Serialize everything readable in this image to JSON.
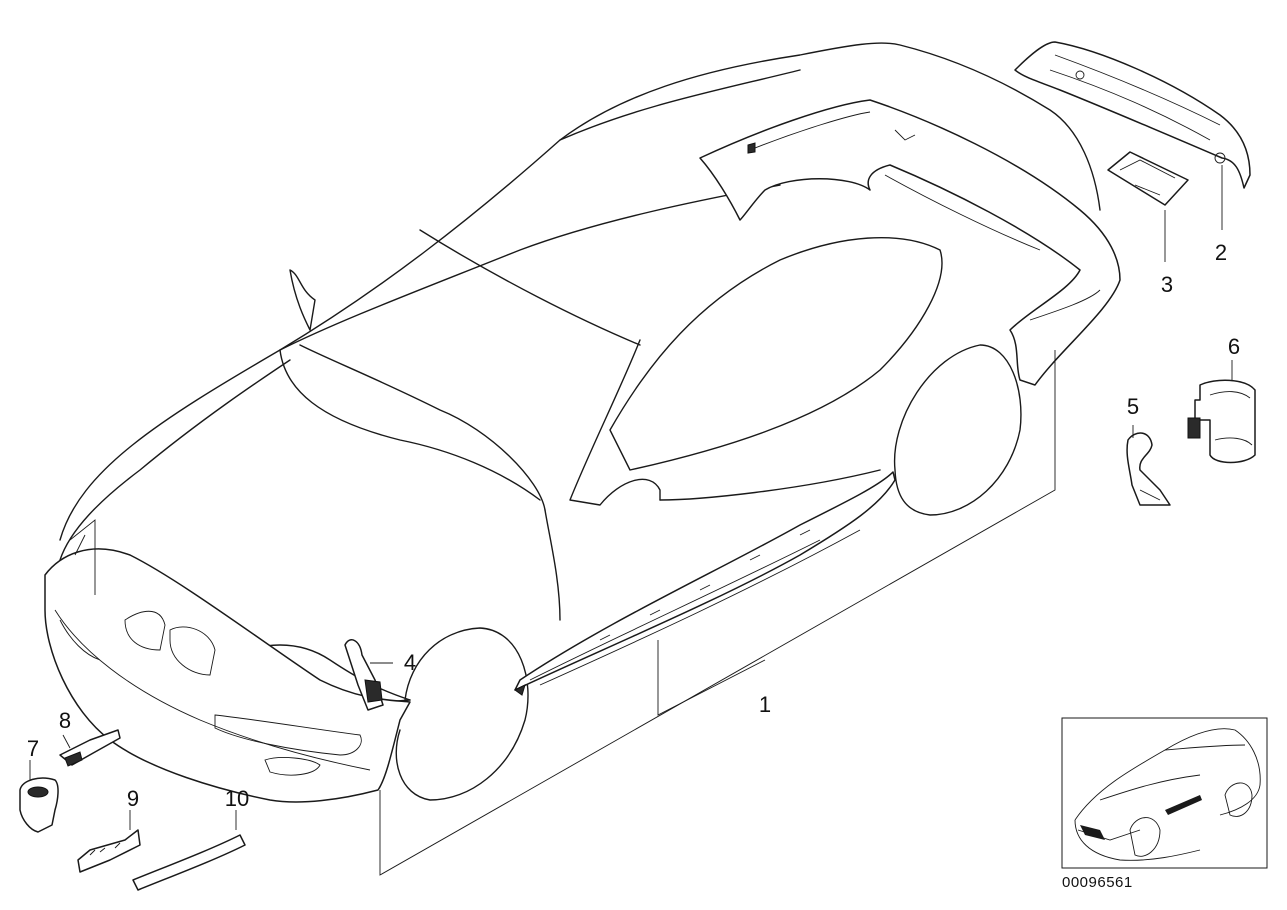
{
  "diagram": {
    "callouts": [
      {
        "id": "1",
        "label": "1"
      },
      {
        "id": "2",
        "label": "2"
      },
      {
        "id": "3",
        "label": "3"
      },
      {
        "id": "4",
        "label": "4"
      },
      {
        "id": "5",
        "label": "5"
      },
      {
        "id": "6",
        "label": "6"
      },
      {
        "id": "7",
        "label": "7"
      },
      {
        "id": "8",
        "label": "8"
      },
      {
        "id": "9",
        "label": "9"
      },
      {
        "id": "10",
        "label": "10"
      }
    ],
    "drawing_number": "00096561"
  }
}
